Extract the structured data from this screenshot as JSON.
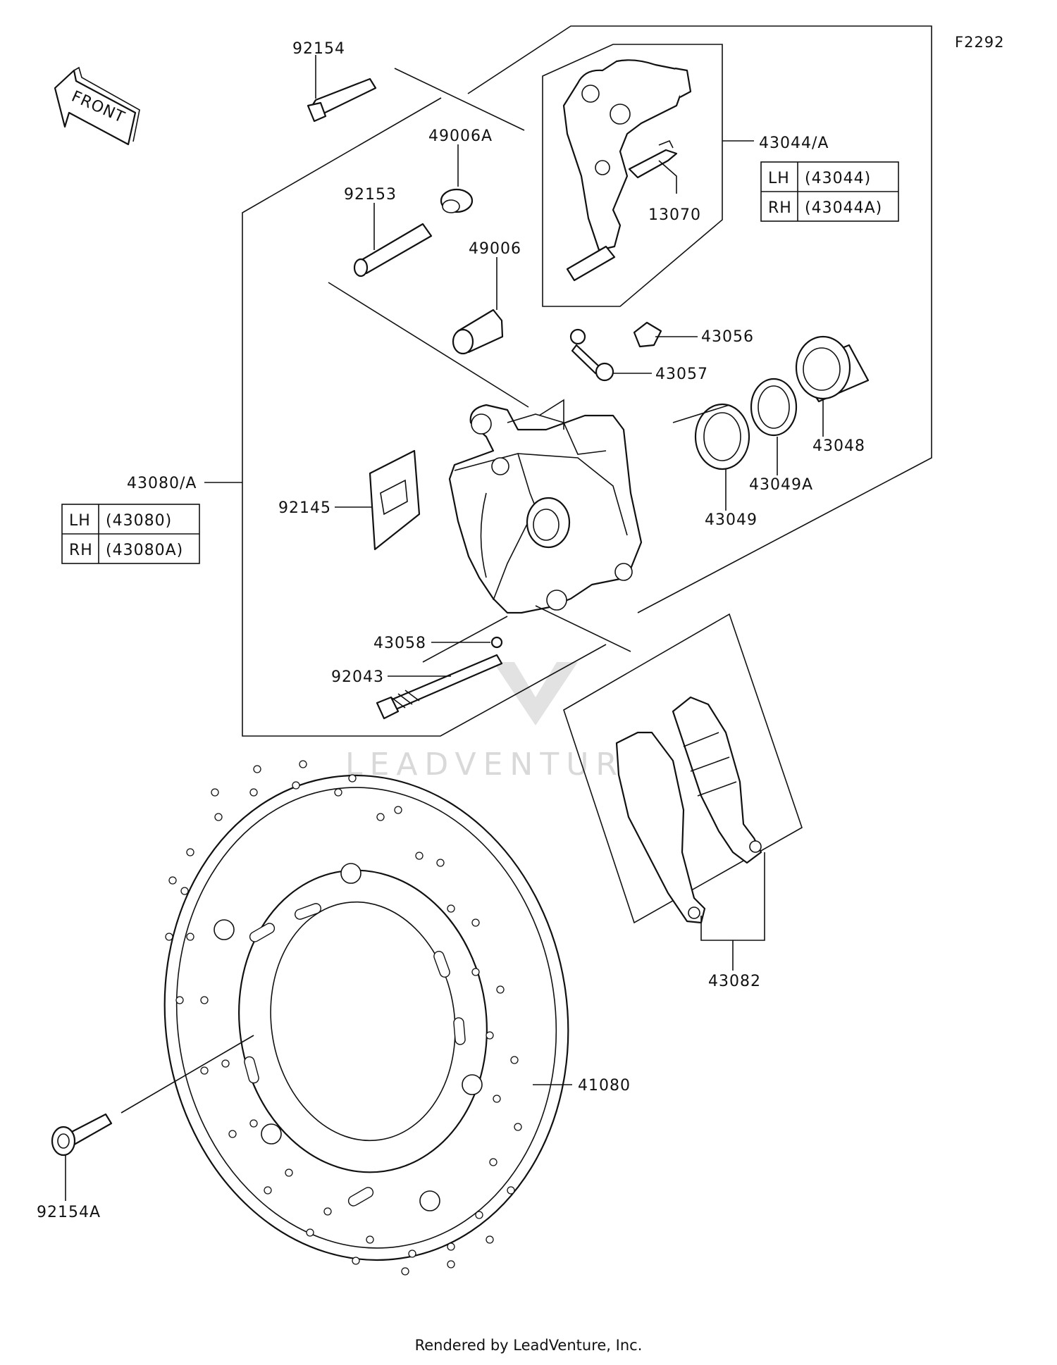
{
  "diagram_id": "F2292",
  "front_arrow": {
    "label": "FRONT"
  },
  "watermark": "LEADVENTURE",
  "footer": "Rendered by LeadVenture, Inc.",
  "parts": {
    "p92154": "92154",
    "p92153": "92153",
    "p49006A": "49006A",
    "p49006": "49006",
    "p43044": "43044/A",
    "p13070": "13070",
    "p43056": "43056",
    "p43057": "43057",
    "p43048": "43048",
    "p43049A": "43049A",
    "p43049": "43049",
    "p43080": "43080/A",
    "p92145": "92145",
    "p43058": "43058",
    "p92043": "92043",
    "p43082": "43082",
    "p41080": "41080",
    "p92154A": "92154A"
  },
  "tables": {
    "bracket": {
      "rows": [
        {
          "side": "LH",
          "code": "(43044)"
        },
        {
          "side": "RH",
          "code": "(43044A)"
        }
      ]
    },
    "caliper": {
      "rows": [
        {
          "side": "LH",
          "code": "(43080)"
        },
        {
          "side": "RH",
          "code": "(43080A)"
        }
      ]
    }
  }
}
